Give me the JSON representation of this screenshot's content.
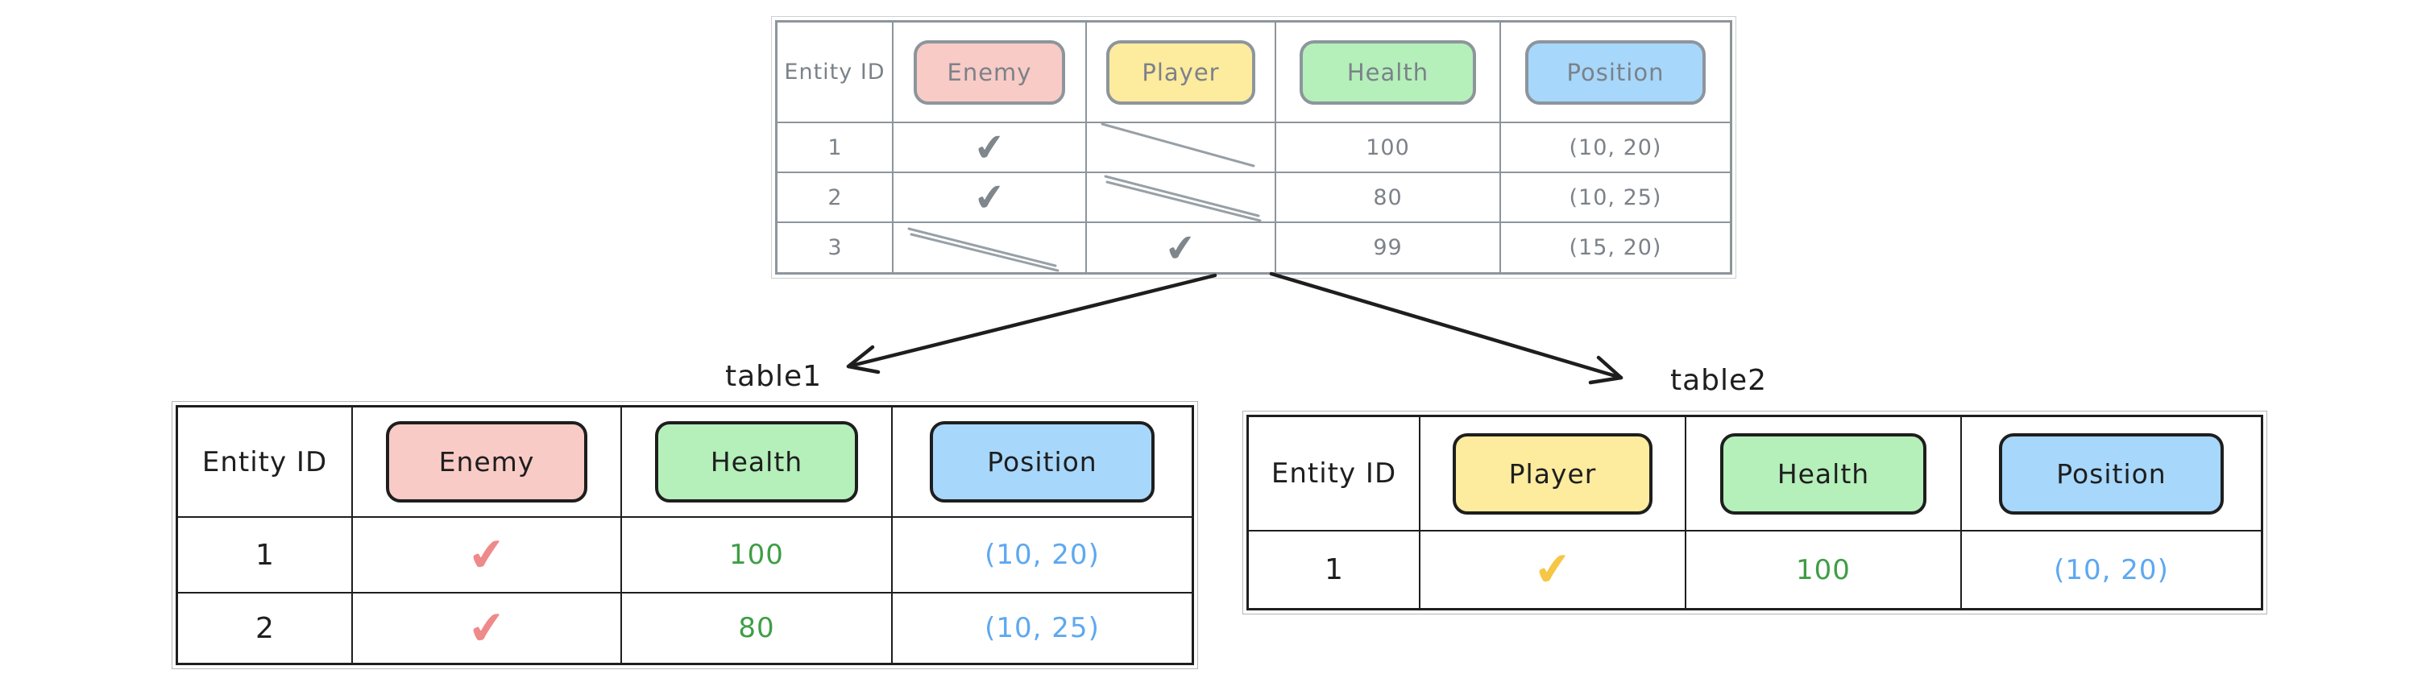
{
  "source_table": {
    "header": {
      "entity_id": "Entity ID",
      "enemy": "Enemy",
      "player": "Player",
      "health": "Health",
      "position": "Position"
    },
    "rows": [
      {
        "id": "1",
        "enemy": "✔",
        "player": "",
        "health": "100",
        "position": "(10, 20)"
      },
      {
        "id": "2",
        "enemy": "✔",
        "player": "",
        "health": "80",
        "position": "(10, 25)"
      },
      {
        "id": "3",
        "enemy": "",
        "player": "✔",
        "health": "99",
        "position": "(15, 20)"
      }
    ]
  },
  "table1": {
    "label": "table1",
    "header": {
      "entity_id": "Entity ID",
      "enemy": "Enemy",
      "health": "Health",
      "position": "Position"
    },
    "rows": [
      {
        "id": "1",
        "enemy": "✔",
        "health": "100",
        "position": "(10, 20)"
      },
      {
        "id": "2",
        "enemy": "✔",
        "health": "80",
        "position": "(10, 25)"
      }
    ]
  },
  "table2": {
    "label": "table2",
    "header": {
      "entity_id": "Entity ID",
      "player": "Player",
      "health": "Health",
      "position": "Position"
    },
    "rows": [
      {
        "id": "1",
        "player": "✔",
        "health": "100",
        "position": "(10, 20)"
      }
    ]
  },
  "colors": {
    "pink_fill": "#f8cbc6",
    "yellow_fill": "#fdeb9e",
    "green_fill": "#b5efba",
    "blue_fill": "#a7d7fb",
    "gray_stroke": "#8d959c",
    "black_stroke": "#1e1e1e",
    "green_text": "#3f9e45",
    "blue_text": "#5ea8f0",
    "red_check": "#ef8a8a",
    "yellow_check": "#f6c645",
    "gray_check": "#7f868c"
  }
}
